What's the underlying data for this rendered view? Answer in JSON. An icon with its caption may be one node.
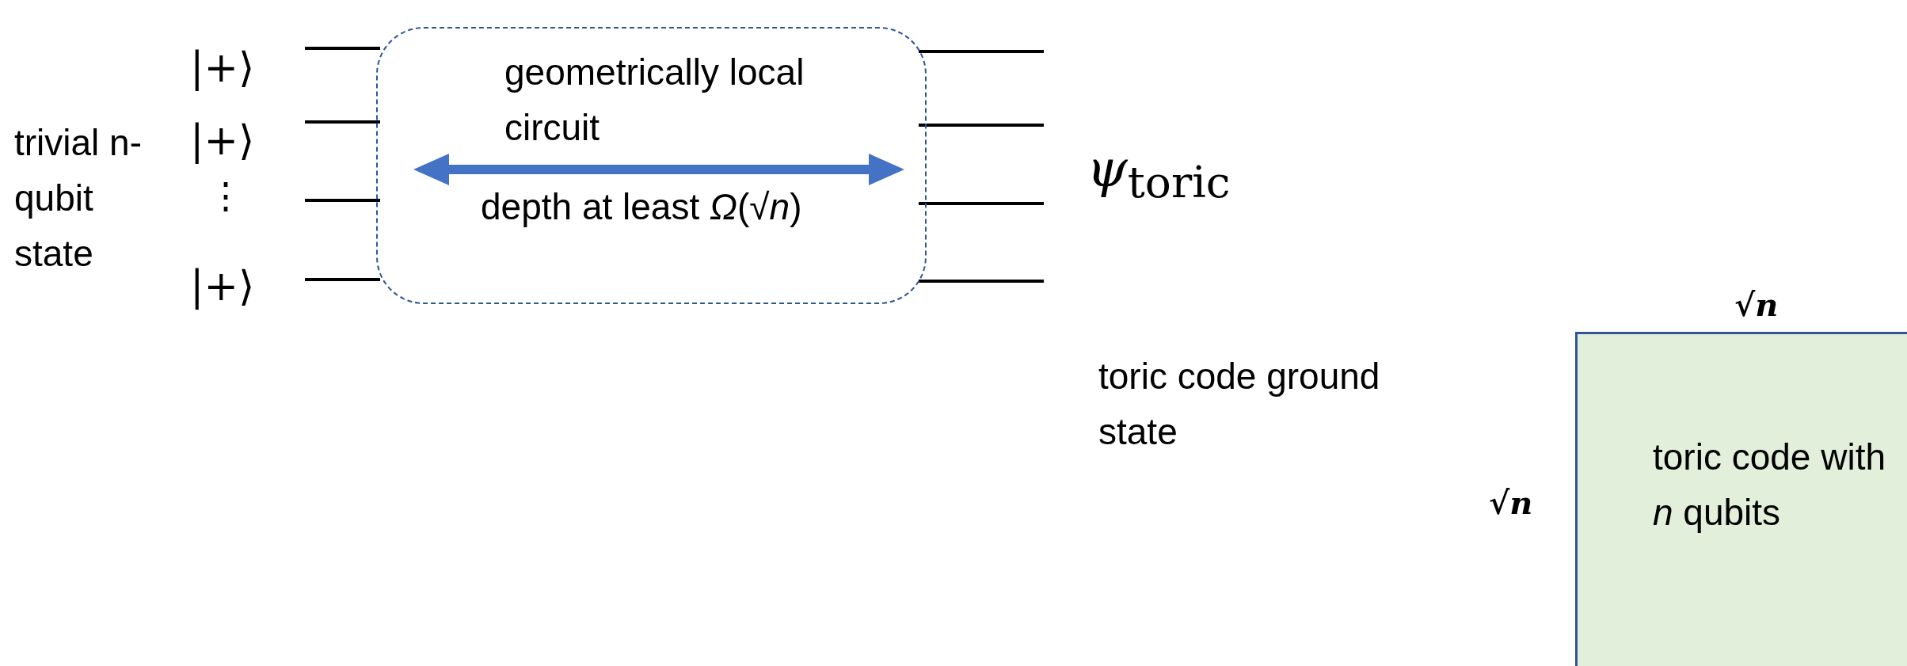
{
  "diagram": {
    "nodes": [
      {
        "text": [
          "geometrically local circuit",
          "depth  at least *Ω*(√*n*)"
        ]
      },
      {
        "text": [
          "toric code with *n* qubits"
        ]
      }
    ],
    "labels": [
      "trivial n-qubit state",
      "|+⟩",
      "|+⟩",
      "⋮",
      "|+⟩",
      "*ψ*$_{toric}$",
      "toric code ground state",
      "√*n*",
      "√*n*"
    ]
  }
}
